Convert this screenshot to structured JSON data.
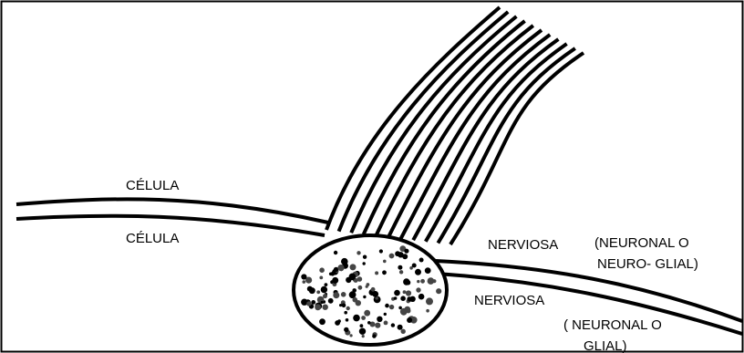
{
  "labels": {
    "cell_upper": "CÉLULA",
    "cell_lower": "CÉLULA",
    "nerve_upper": "NERVIOSA",
    "nerve_lower": "NERVIOSA",
    "note_upper_1": "(NEURONAL O",
    "note_upper_2": "NEURO- GLIAL)",
    "note_lower_1": "( NEURONAL O",
    "note_lower_2": "GLIAL)"
  },
  "colors": {
    "ink": "#000000",
    "background": "#ffffff"
  }
}
